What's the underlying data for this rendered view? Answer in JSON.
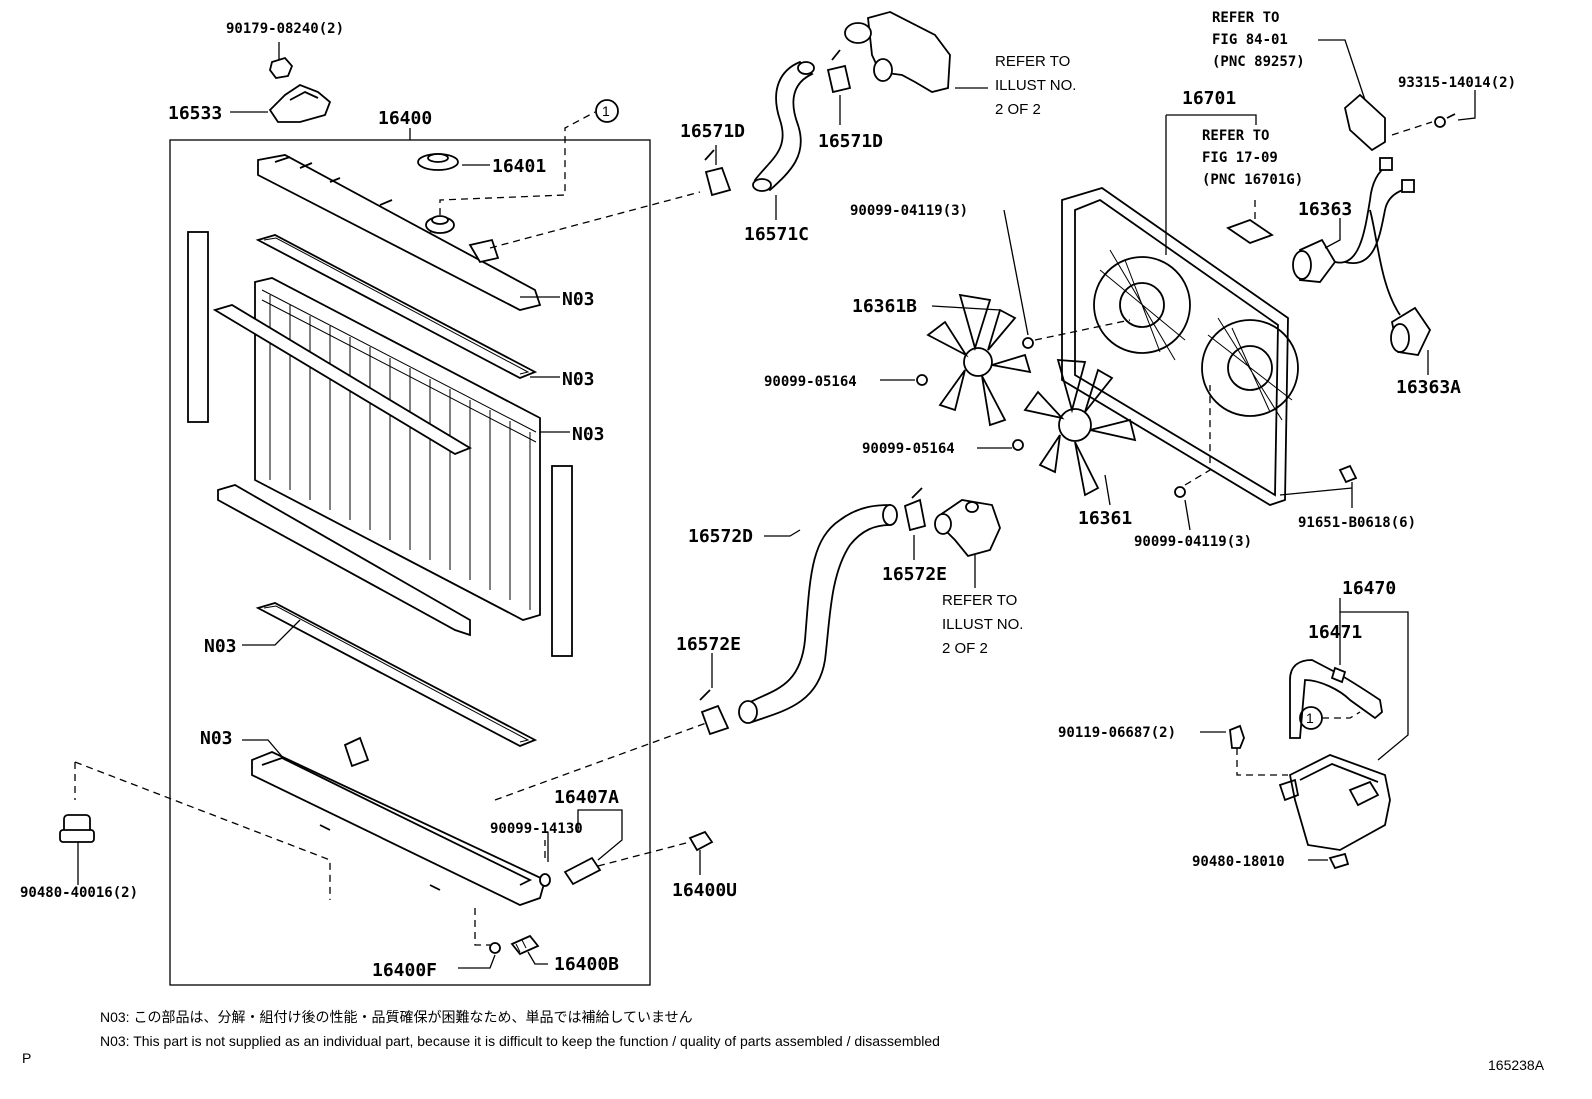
{
  "labels": {
    "p_90179_08240": "90179-08240(2)",
    "p_16533": "16533",
    "p_16400": "16400",
    "p_16401": "16401",
    "p_n03_a": "N03",
    "p_n03_b": "N03",
    "p_n03_c": "N03",
    "p_n03_d": "N03",
    "p_n03_e": "N03",
    "p_16571d_a": "16571D",
    "p_16571d_b": "16571D",
    "p_16571c": "16571C",
    "p_16572d": "16572D",
    "p_16572e_a": "16572E",
    "p_16572e_b": "16572E",
    "p_16407a": "16407A",
    "p_90099_14130": "90099-14130",
    "p_16400u": "16400U",
    "p_16400f": "16400F",
    "p_16400b": "16400B",
    "p_90480_40016": "90480-40016(2)",
    "p_16701": "16701",
    "p_90099_04119_a": "90099-04119(3)",
    "p_90099_04119_b": "90099-04119(3)",
    "p_16361b": "16361B",
    "p_90099_05164_a": "90099-05164",
    "p_90099_05164_b": "90099-05164",
    "p_16361": "16361",
    "p_16363": "16363",
    "p_16363a": "16363A",
    "p_93315_14014": "93315-14014(2)",
    "p_91651_b0618": "91651-B0618(6)",
    "p_16470": "16470",
    "p_16471": "16471",
    "p_90119_06687": "90119-06687(2)",
    "p_90480_18010": "90480-18010"
  },
  "refs": {
    "fig84_l1": "REFER TO",
    "fig84_l2": "FIG 84-01",
    "fig84_l3": "(PNC 89257)",
    "fig17_l1": "REFER TO",
    "fig17_l2": "FIG 17-09",
    "fig17_l3": "(PNC 16701G)",
    "illust_a_l1": "REFER TO",
    "illust_a_l2": "ILLUST NO.",
    "illust_a_l3": "2 OF 2",
    "illust_b_l1": "REFER TO",
    "illust_b_l2": "ILLUST NO.",
    "illust_b_l3": "2 OF 2"
  },
  "markers": {
    "circle_1_a": "1",
    "circle_1_b": "1"
  },
  "footer": {
    "note_jp": "N03: この部品は、分解・組付け後の性能・品質確保が困難なため、単品では補給していません",
    "note_en": "N03: This part is not supplied as an individual part, because it is difficult to keep the function / quality of parts assembled / disassembled",
    "page_letter": "P",
    "illustration_no": "165238A"
  }
}
